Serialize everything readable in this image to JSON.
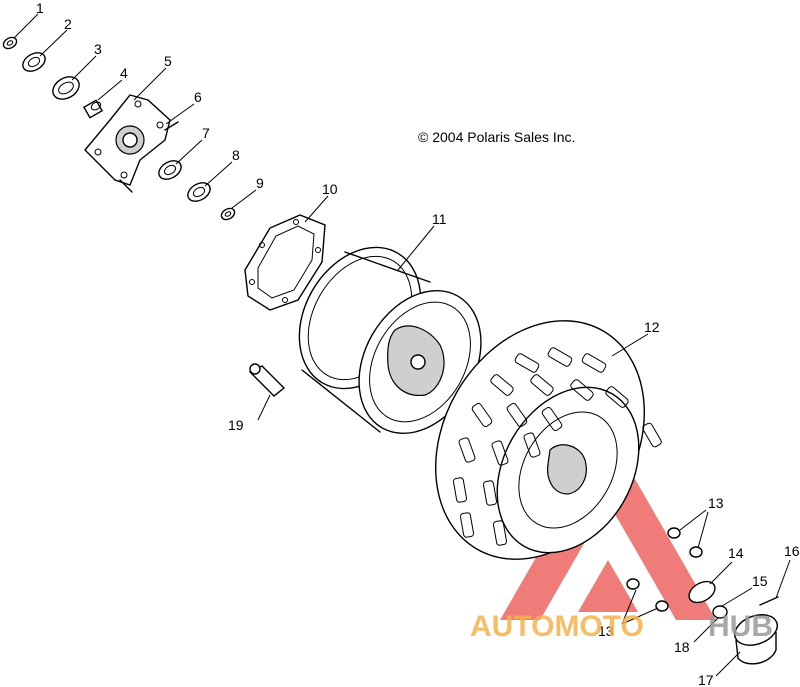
{
  "copyright": "© 2004 Polaris Sales Inc.",
  "watermark": {
    "text_orange": "AUTOMOTO",
    "text_gray": "HUB",
    "orange": "#f7b14c",
    "red": "#e8312f",
    "gray": "#9a9a9a"
  },
  "callouts": [
    {
      "id": "c1",
      "label": "1"
    },
    {
      "id": "c2",
      "label": "2"
    },
    {
      "id": "c3",
      "label": "3"
    },
    {
      "id": "c4",
      "label": "4"
    },
    {
      "id": "c5",
      "label": "5"
    },
    {
      "id": "c6",
      "label": "6"
    },
    {
      "id": "c7",
      "label": "7"
    },
    {
      "id": "c8",
      "label": "8"
    },
    {
      "id": "c9",
      "label": "9"
    },
    {
      "id": "c10",
      "label": "10"
    },
    {
      "id": "c11",
      "label": "11"
    },
    {
      "id": "c12",
      "label": "12"
    },
    {
      "id": "c13a",
      "label": "13"
    },
    {
      "id": "c13b",
      "label": "13"
    },
    {
      "id": "c14",
      "label": "14"
    },
    {
      "id": "c15",
      "label": "15"
    },
    {
      "id": "c16",
      "label": "16"
    },
    {
      "id": "c17",
      "label": "17"
    },
    {
      "id": "c18",
      "label": "18"
    },
    {
      "id": "c19",
      "label": "19"
    }
  ]
}
